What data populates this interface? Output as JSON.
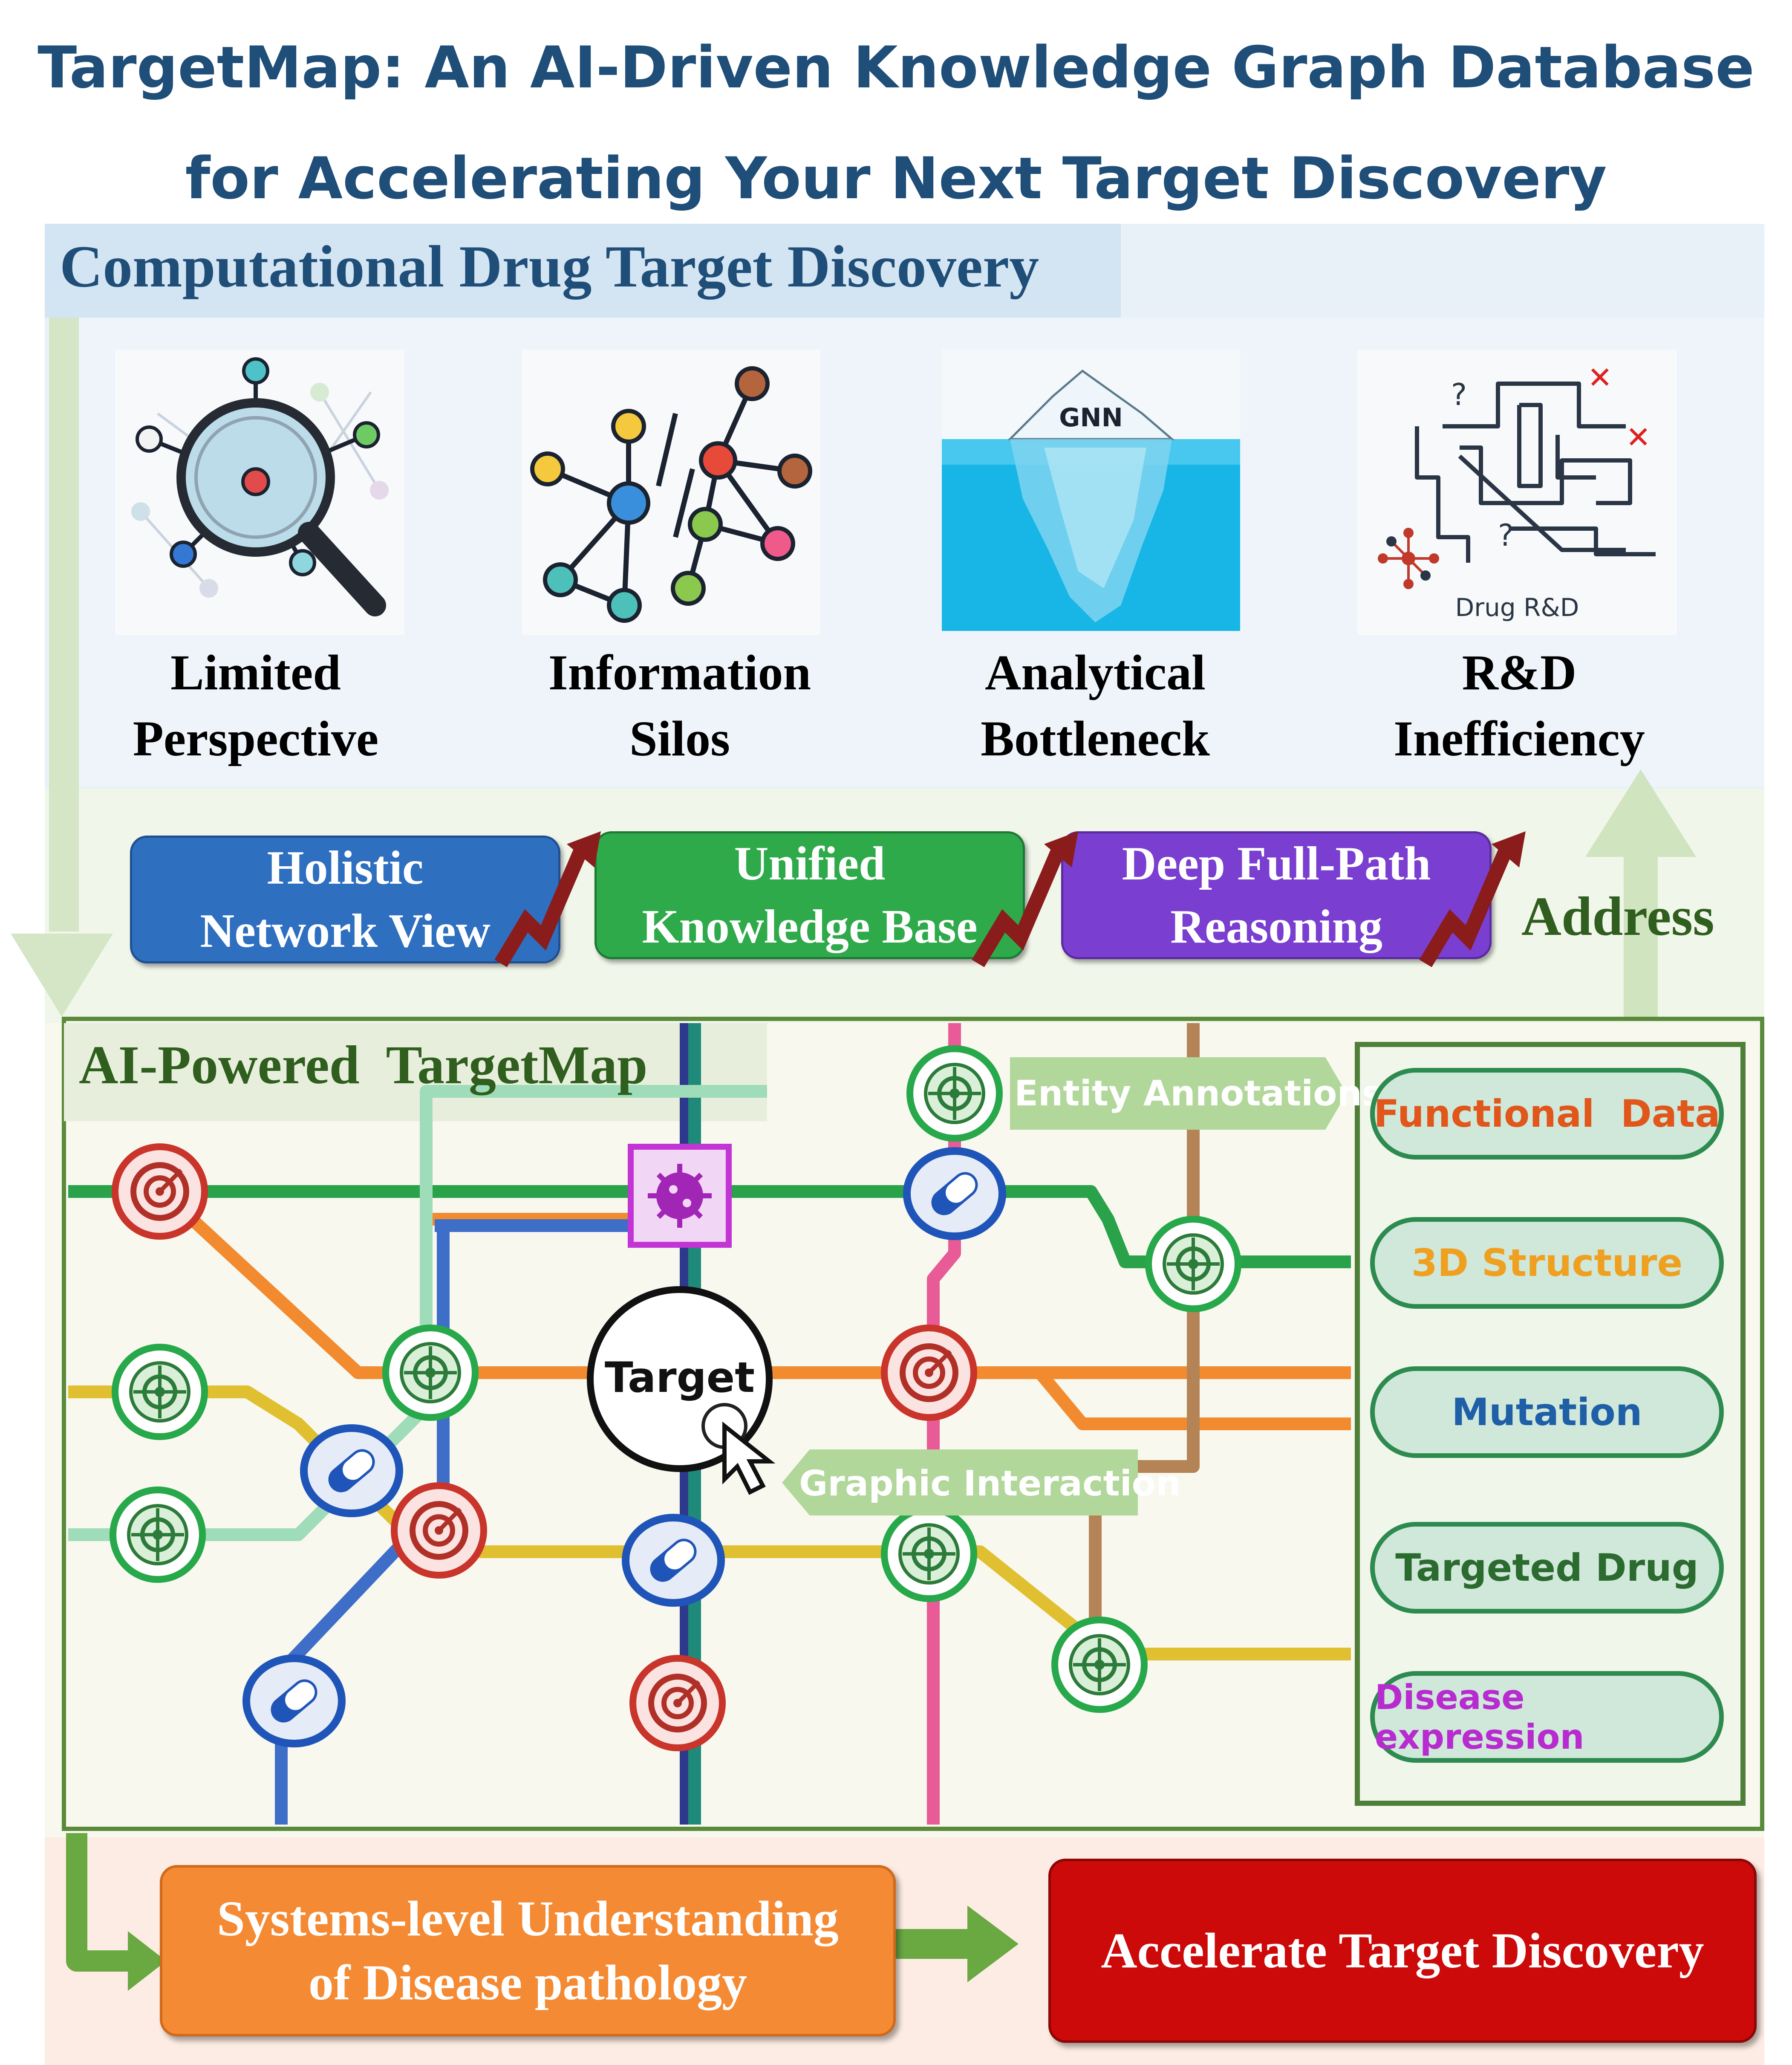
{
  "title": {
    "line1": "TargetMap: An AI-Driven Knowledge Graph Database",
    "line2": "for Accelerating Your Next Target Discovery"
  },
  "top_section": {
    "heading": "Computational Drug Target Discovery",
    "problems": [
      {
        "line1": "Limited",
        "line2": "Perspective",
        "icon": "magnifier-network-icon"
      },
      {
        "line1": "Information",
        "line2": "Silos",
        "icon": "split-graph-icon"
      },
      {
        "line1": "Analytical",
        "line2": "Bottleneck",
        "icon": "iceberg-icon",
        "icon_text": "GNN"
      },
      {
        "line1": "R&D",
        "line2": "Inefficiency",
        "icon": "maze-icon",
        "icon_text": "Drug R&D"
      }
    ]
  },
  "solutions": {
    "items": [
      {
        "line1": "Holistic",
        "line2": "Network View",
        "color": "#2f6fc0"
      },
      {
        "line1": "Unified",
        "line2": "Knowledge Base",
        "color": "#2eaa4a"
      },
      {
        "line1": "Deep Full-Path",
        "line2": "Reasoning",
        "color": "#7a3fd0"
      }
    ],
    "address_label": "Address"
  },
  "map": {
    "heading": "AI-Powered  TargetMap",
    "target_label": "Target",
    "entity_annotations_label": "Entity Annotations",
    "graphic_interaction_label": "Graphic Interaction",
    "panel_items": [
      {
        "label": "Functional  Data",
        "color": "#e0561b"
      },
      {
        "label": "3D Structure",
        "color": "#f0a020"
      },
      {
        "label": "Mutation",
        "color": "#1f5fa8"
      },
      {
        "label": "Targeted Drug",
        "color": "#2c6b2f"
      },
      {
        "label": "Disease expression",
        "color": "#b82bd0"
      }
    ]
  },
  "outcome": {
    "understanding_line1": "Systems-level Understanding",
    "understanding_line2": "of Disease pathology",
    "accelerate": "Accelerate Target Discovery"
  },
  "colors": {
    "title": "#1f4e79",
    "map_border": "#5a8a3a",
    "outcome_orange": "#f58a34",
    "outcome_red": "#cc0a0a"
  }
}
